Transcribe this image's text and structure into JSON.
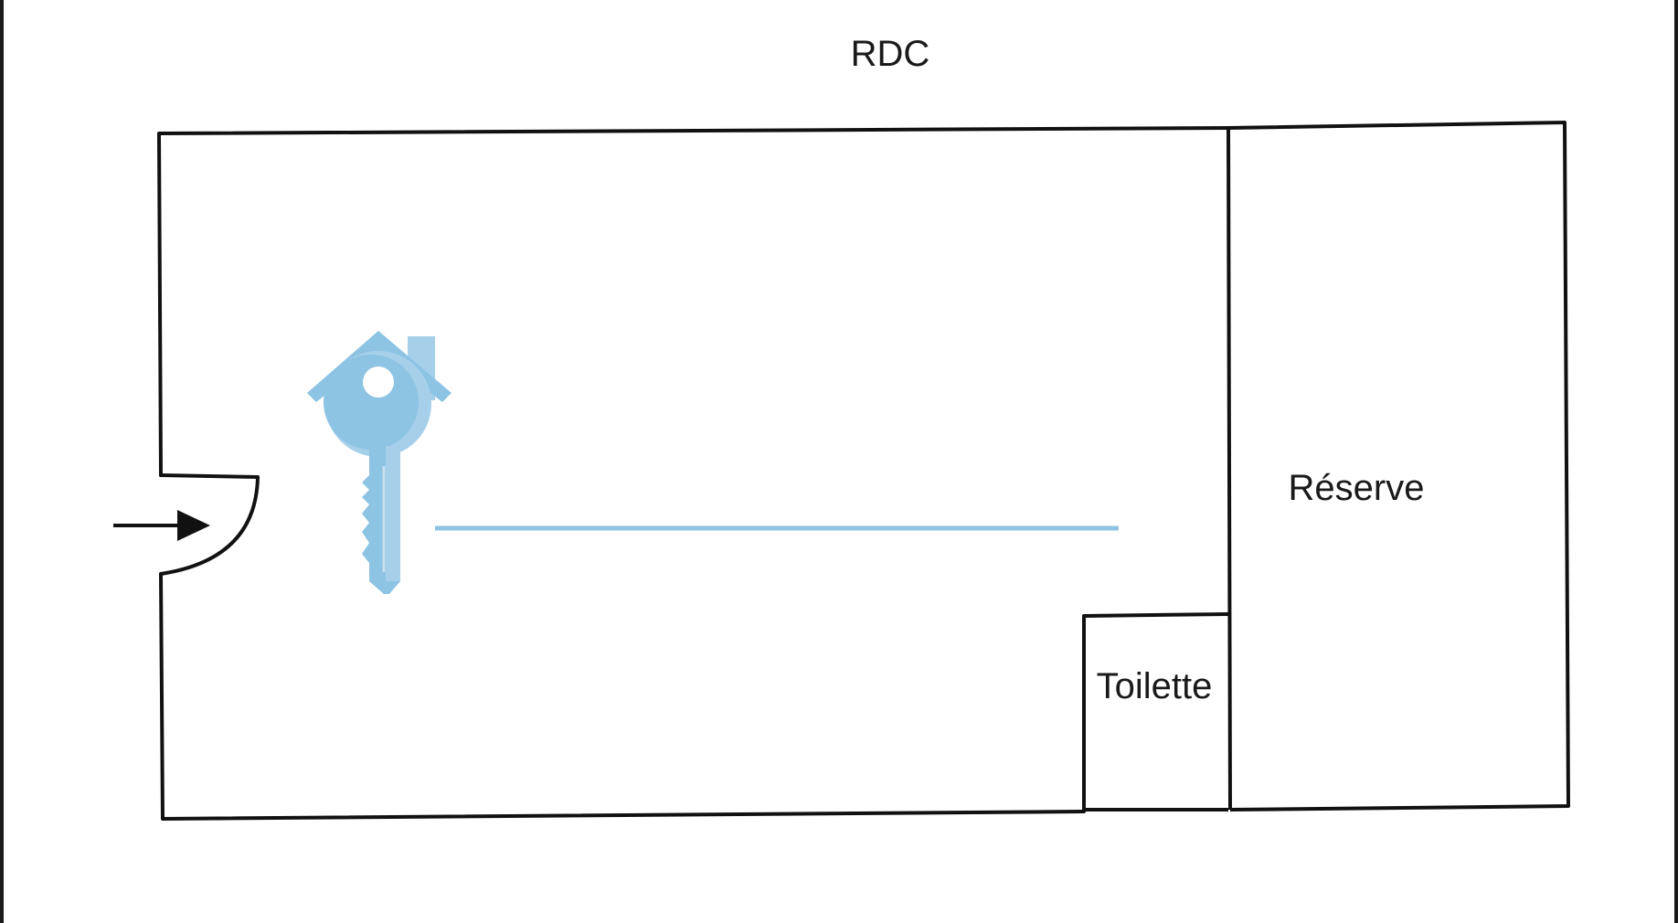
{
  "plan": {
    "level_label": "RDC",
    "rooms": {
      "reserve_label": "Réserve",
      "toilet_label": "Toilette"
    },
    "icons": {
      "entrance": "entrance-arrow-icon",
      "logo": "house-key-logo-icon"
    },
    "colors": {
      "walls": "#111111",
      "logo": "#8dc3e3",
      "logo_shade": "#a6d0ea",
      "frame": "#1a1a1a"
    }
  }
}
